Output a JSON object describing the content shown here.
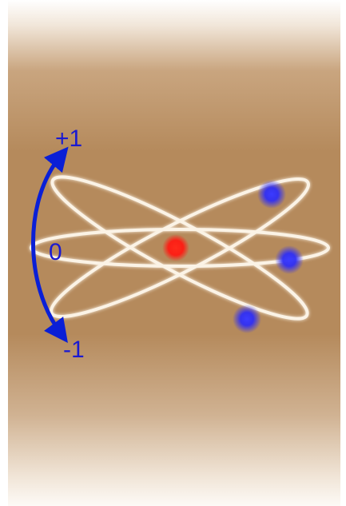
{
  "labels": {
    "top": "+1",
    "middle": "0",
    "bottom": "-1"
  },
  "colors": {
    "background_center": "#b58a5c",
    "background_edge": "#ffffff",
    "orbit": "#fbf3e6",
    "orbit_glow": "#ffffff",
    "nucleus": "#ff1a1a",
    "electron": "#2a2aff",
    "arrow": "#0a1fd6",
    "label": "#1a1ad1"
  },
  "icons": {
    "nucleus": "red-nucleus-dot",
    "electron": "blue-electron-dot",
    "arrow": "curved-double-arrow"
  }
}
